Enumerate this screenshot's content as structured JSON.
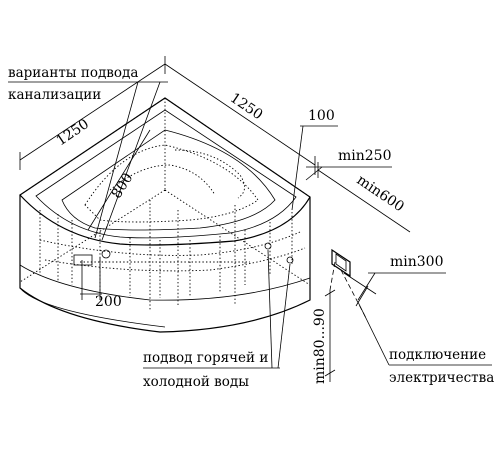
{
  "labels": {
    "drain_variants": [
      "варианты подвода",
      "канализации"
    ],
    "hot_cold_water": [
      "подвод горячей и",
      "холодной воды"
    ],
    "electricity": [
      "подключение",
      "электричества"
    ]
  },
  "dimensions": {
    "side_left": "1250",
    "side_right": "1250",
    "depth_800": "800",
    "drain_offset_200": "200",
    "pipe_offset_100": "100",
    "min250": "min250",
    "min600": "min600",
    "min300": "min300",
    "pipe_height": "min80...90"
  }
}
